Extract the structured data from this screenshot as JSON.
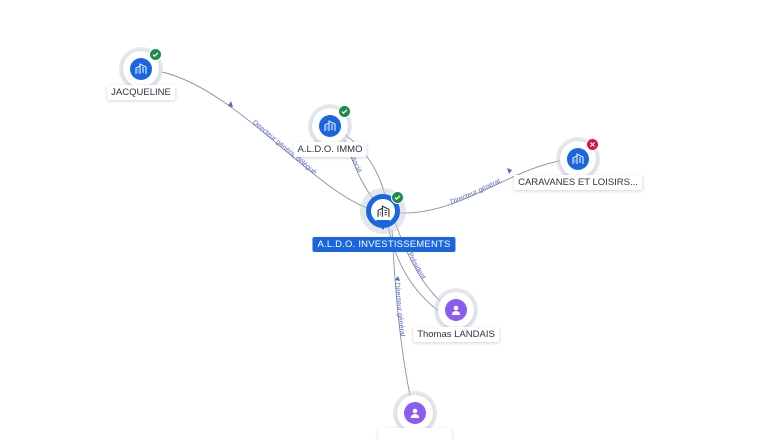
{
  "colors": {
    "company": "#1a66e0",
    "person": "#8a5cf0",
    "edge": "#8a93a6",
    "edge_label": "#5566cc",
    "status_ok": "#1f8a4c",
    "status_ko": "#d6163f"
  },
  "nodes": {
    "jacqueline": {
      "label": "JACQUELINE",
      "icon": "building-icon",
      "status": "ok"
    },
    "aldo_immo": {
      "label": "A.L.D.O. IMMO",
      "icon": "building-icon",
      "status": "ok"
    },
    "caravanes": {
      "label": "CARAVANES ET LOISIRS...",
      "icon": "building-icon",
      "status": "ko"
    },
    "aldo_invest": {
      "label": "A.L.D.O. INVESTISSEMENTS",
      "icon": "building-icon",
      "status": "ok"
    },
    "thomas": {
      "label": "Thomas LANDAIS",
      "icon": "person-icon"
    },
    "bottom_person": {
      "label": "",
      "icon": "person-icon"
    }
  },
  "edges": {
    "jacqueline": "Directeur général délégué",
    "immo": "Associé",
    "caravanes": "Directeur général",
    "thomas": "Président",
    "bottom": "Directeur général"
  }
}
